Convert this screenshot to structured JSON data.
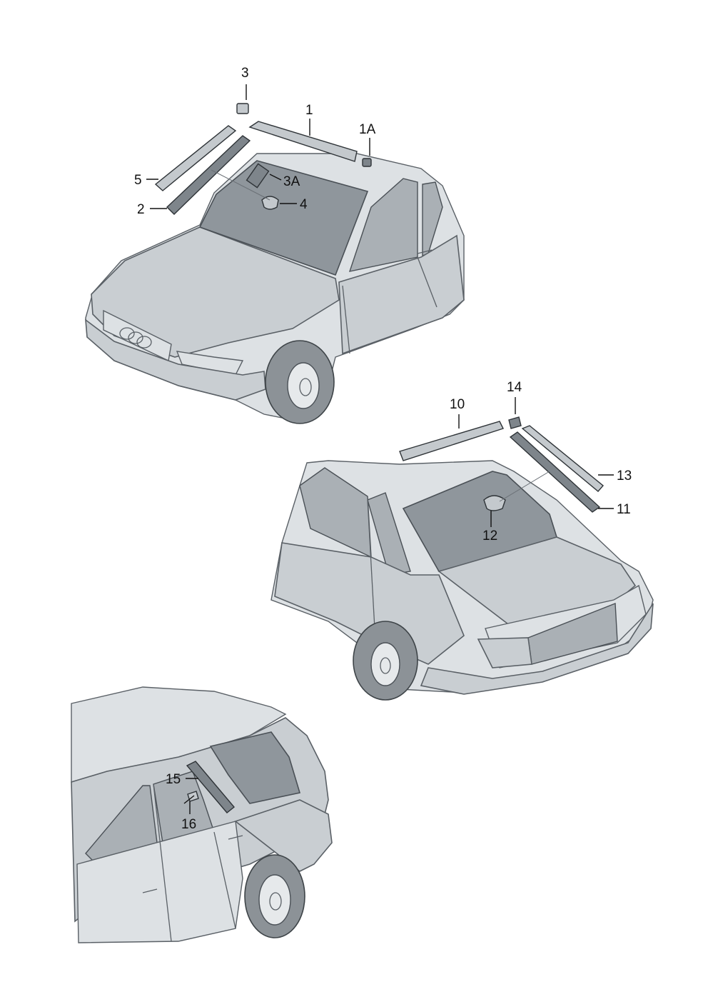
{
  "callouts": {
    "c1": "1",
    "c1a": "1A",
    "c2": "2",
    "c3": "3",
    "c3a": "3A",
    "c4": "4",
    "c5": "5",
    "c10": "10",
    "c11": "11",
    "c12": "12",
    "c13": "13",
    "c14": "14",
    "c15": "15",
    "c16": "16"
  },
  "colors": {
    "body": "#c9ced2",
    "glass": "#8f969c",
    "part": "#7e858b",
    "text": "#111111"
  }
}
